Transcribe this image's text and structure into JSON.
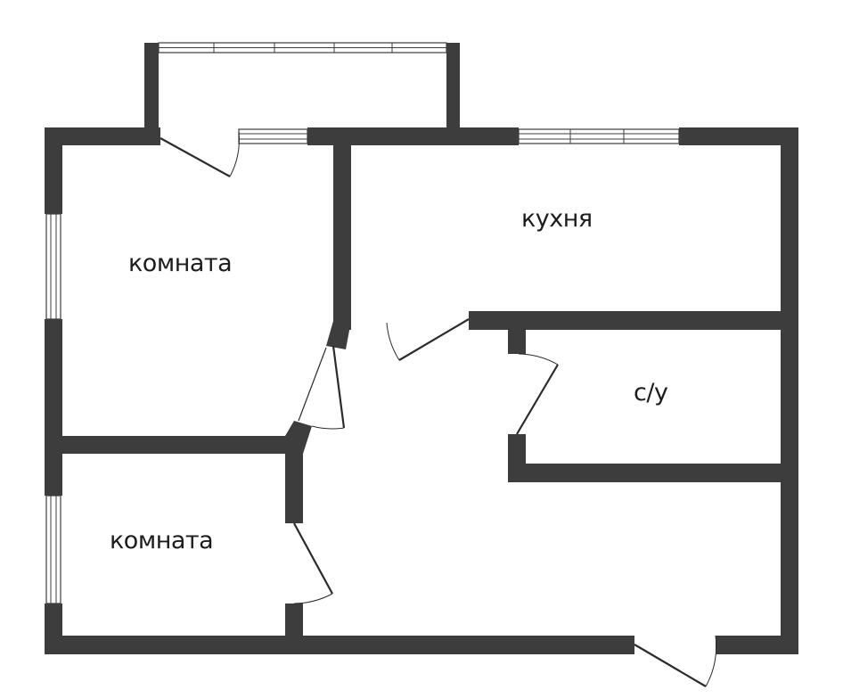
{
  "floor_plan": {
    "rooms": [
      {
        "id": "room-top-left",
        "label": "комната"
      },
      {
        "id": "kitchen",
        "label": "кухня"
      },
      {
        "id": "bathroom",
        "label": "с/у"
      },
      {
        "id": "room-bottom-left",
        "label": "комната"
      }
    ],
    "colors": {
      "wall": "#3d3d3d",
      "background": "#ffffff",
      "text": "#1c1c1c"
    }
  }
}
